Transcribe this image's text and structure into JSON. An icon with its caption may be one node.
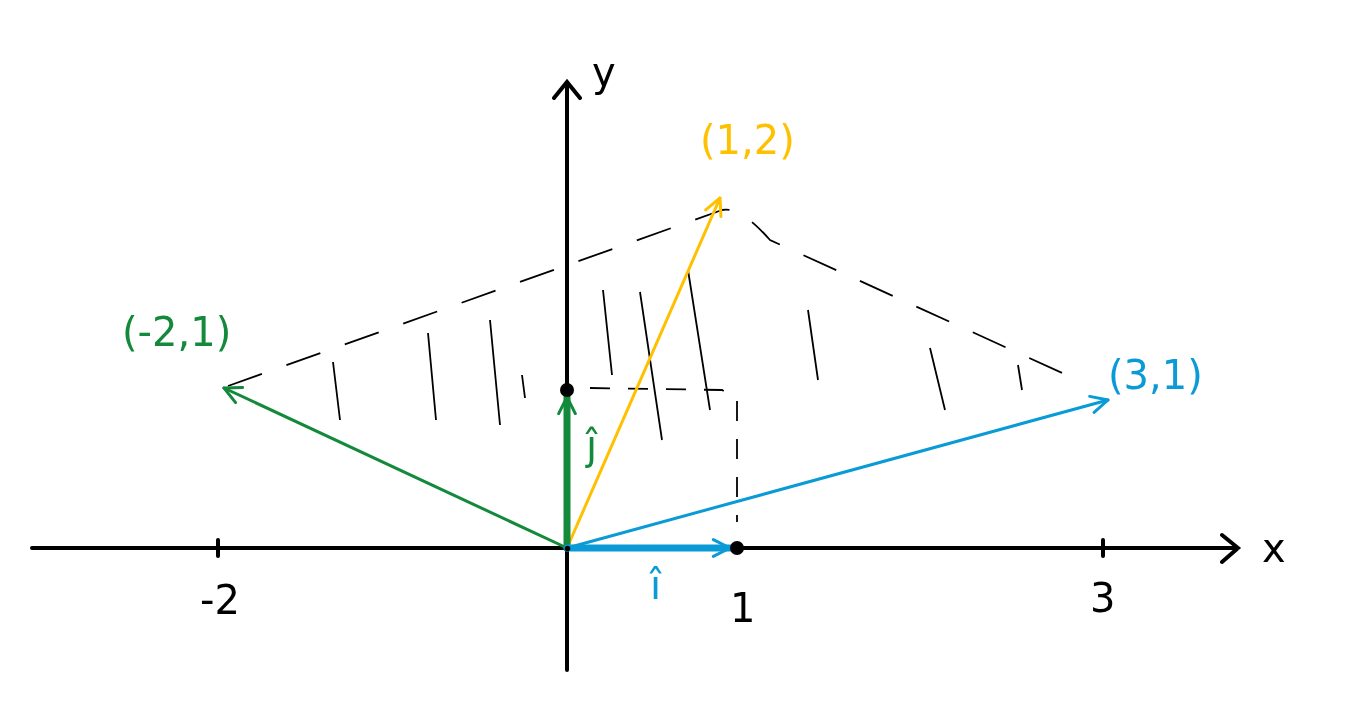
{
  "diagram": {
    "nodes": [
      {
        "text": [
          "(1,2)"
        ]
      },
      {
        "text": [
          "(-2,1)"
        ]
      },
      {
        "text": [
          "(3,1)"
        ]
      },
      {
        "text": [],
        "shape": "circle"
      },
      {
        "text": [],
        "shape": "circle"
      },
      {
        "text": [],
        "shape": "point"
      }
    ],
    "edges": [
      {
        "from": 5,
        "to": 1,
        "arrow": "to",
        "color": "#13893b"
      },
      {
        "from": 5,
        "to": 0,
        "arrow": "to",
        "color": "#ffc000"
      },
      {
        "from": 5,
        "to": 2,
        "arrow": "to",
        "color": "#0a9bd6"
      },
      {
        "from": 5,
        "to": 3,
        "arrow": "to",
        "style": "thick",
        "color": "#13893b"
      },
      {
        "from": 5,
        "to": 4,
        "arrow": "to",
        "style": "thick",
        "color": "#0a9bd6"
      }
    ],
    "labels": [
      "y",
      "ĵ",
      "x",
      "-2",
      "î",
      "1",
      "3"
    ]
  }
}
